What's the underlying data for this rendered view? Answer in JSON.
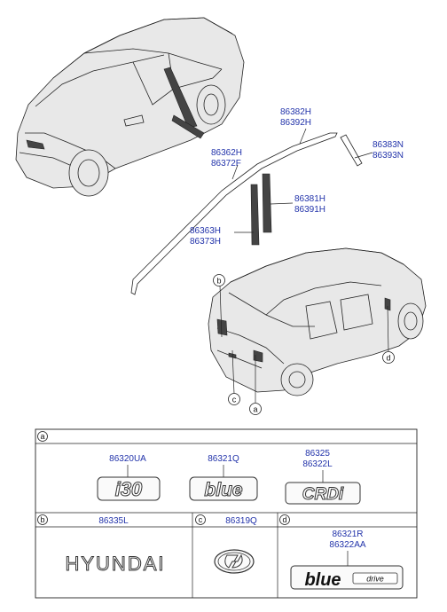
{
  "callouts": {
    "a": "a",
    "b": "b",
    "c": "c",
    "d": "d"
  },
  "parts": {
    "roof_trim_front": [
      "86382H",
      "86392H"
    ],
    "roof_trim_rear": [
      "86383N",
      "86393N"
    ],
    "drip_molding": [
      "86362H",
      "86372F"
    ],
    "pillar_tape_front": [
      "86381H",
      "86391H"
    ],
    "pillar_tape_rear": [
      "86363H",
      "86373H"
    ]
  },
  "panels": {
    "a": {
      "letter": "a",
      "items": [
        {
          "numbers": [
            "86320UA"
          ],
          "emblem_text": "i30"
        },
        {
          "numbers": [
            "86321Q"
          ],
          "emblem_text": "blue"
        },
        {
          "numbers": [
            "86325",
            "86322L"
          ],
          "emblem_text": "CRDi"
        }
      ]
    },
    "b": {
      "letter": "b",
      "numbers": [
        "86335L"
      ],
      "emblem_text": "HYUNDAI"
    },
    "c": {
      "letter": "c",
      "numbers": [
        "86319Q"
      ]
    },
    "d": {
      "letter": "d",
      "numbers": [
        "86321R",
        "86322AA"
      ],
      "emblem_text": "blue",
      "emblem_sub": "drive"
    }
  }
}
